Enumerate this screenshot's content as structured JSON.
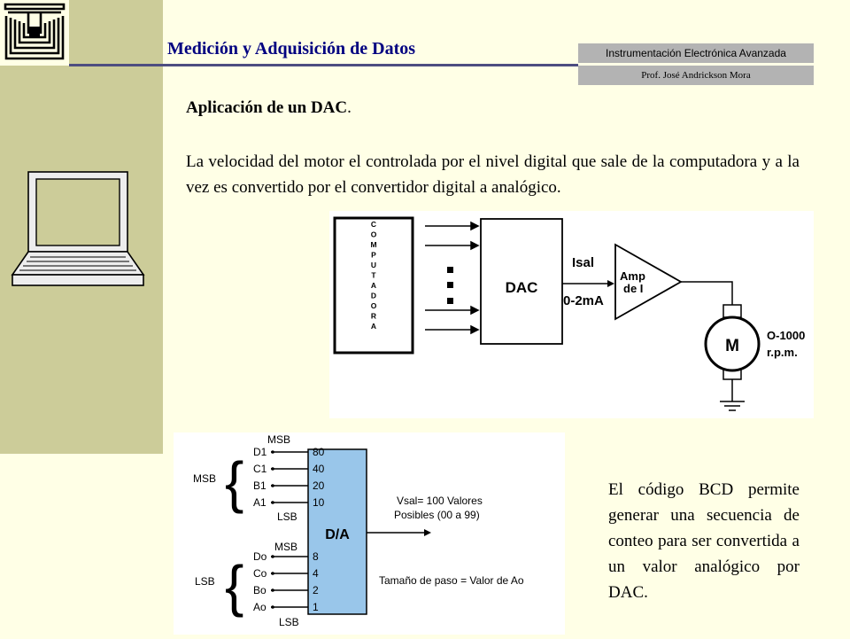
{
  "header": {
    "title": "Medición y Adquisición de Datos",
    "course": "Instrumentación Electrónica Avanzada",
    "professor": "Prof. José Andrickson Mora"
  },
  "section": {
    "title_bold": "Aplicación de un DAC",
    "title_tail": ".",
    "paragraph": "La velocidad del motor el controlada por el nivel digital que sale de la computadora y a la vez es convertido por el convertidor digital a analógico."
  },
  "diagram_motor": {
    "computer_letters": [
      "C",
      "O",
      "M",
      "P",
      "U",
      "T",
      "A",
      "D",
      "O",
      "R",
      "A"
    ],
    "dac_label": "DAC",
    "isal_label": "Isal",
    "range_label": "0-2mA",
    "amp_line1": "Amp",
    "amp_line2": "de I",
    "motor_label": "M",
    "speed_line1": "O-1000",
    "speed_line2": "r.p.m."
  },
  "diagram_bcd": {
    "msb_top": "MSB",
    "msb_group": "MSB",
    "lsb_group": "LSB",
    "inputs_high": [
      "D1",
      "C1",
      "B1",
      "A1"
    ],
    "lsb_mid": "LSB",
    "msb_mid": "MSB",
    "inputs_low": [
      "Do",
      "Co",
      "Bo",
      "Ao"
    ],
    "lsb_bottom": "LSB",
    "weights_high": [
      "80",
      "40",
      "20",
      "10"
    ],
    "weights_low": [
      "8",
      "4",
      "2",
      "1"
    ],
    "block_label": "D/A",
    "vsal_line1": "Vsal= 100 Valores",
    "vsal_line2": "Posibles (00 a 99)",
    "step_label": "Tamaño de paso = Valor de Ao"
  },
  "side_note": "El código BCD permite generar una secuencia de conteo para ser convertida a un valor analógico por DAC.",
  "colors": {
    "background": "#ffffe6",
    "left_band": "#cccc99",
    "title": "#000080",
    "badge": "#b3b3b3",
    "da_block": "#99c6ea"
  },
  "icons": [
    "institution-logo-icon",
    "laptop-icon",
    "motor-icon",
    "ground-icon"
  ]
}
